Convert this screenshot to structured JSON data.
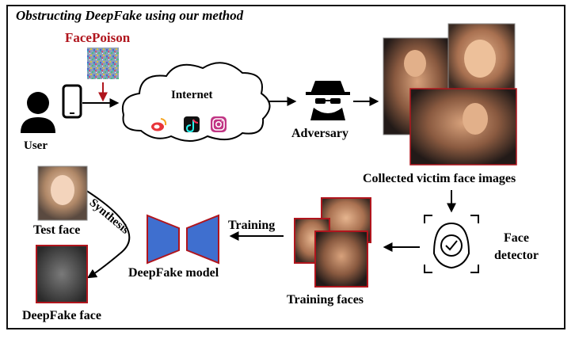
{
  "title": "Obstructing DeepFake using our method",
  "labels": {
    "facepoison": "FacePoison",
    "internet": "Internet",
    "user": "User",
    "adversary": "Adversary",
    "collected": "Collected victim face images",
    "face_detector_line1": "Face",
    "face_detector_line2": "detector",
    "training": "Training",
    "training_faces": "Training faces",
    "deepfake_model": "DeepFake model",
    "synthesis": "Synthesis",
    "test_face": "Test face",
    "deepfake_face": "DeepFake face"
  },
  "icons": [
    "user-icon",
    "phone-icon",
    "noise-patch-icon",
    "cloud-icon",
    "weibo-icon",
    "tiktok-icon",
    "instagram-icon",
    "adversary-icon",
    "face-detector-icon",
    "deepfake-encoder-icon",
    "deepfake-decoder-icon"
  ],
  "colors": {
    "accent_red": "#b0151d",
    "model_blue": "#3f6fcf",
    "model_border": "#b0151d"
  }
}
